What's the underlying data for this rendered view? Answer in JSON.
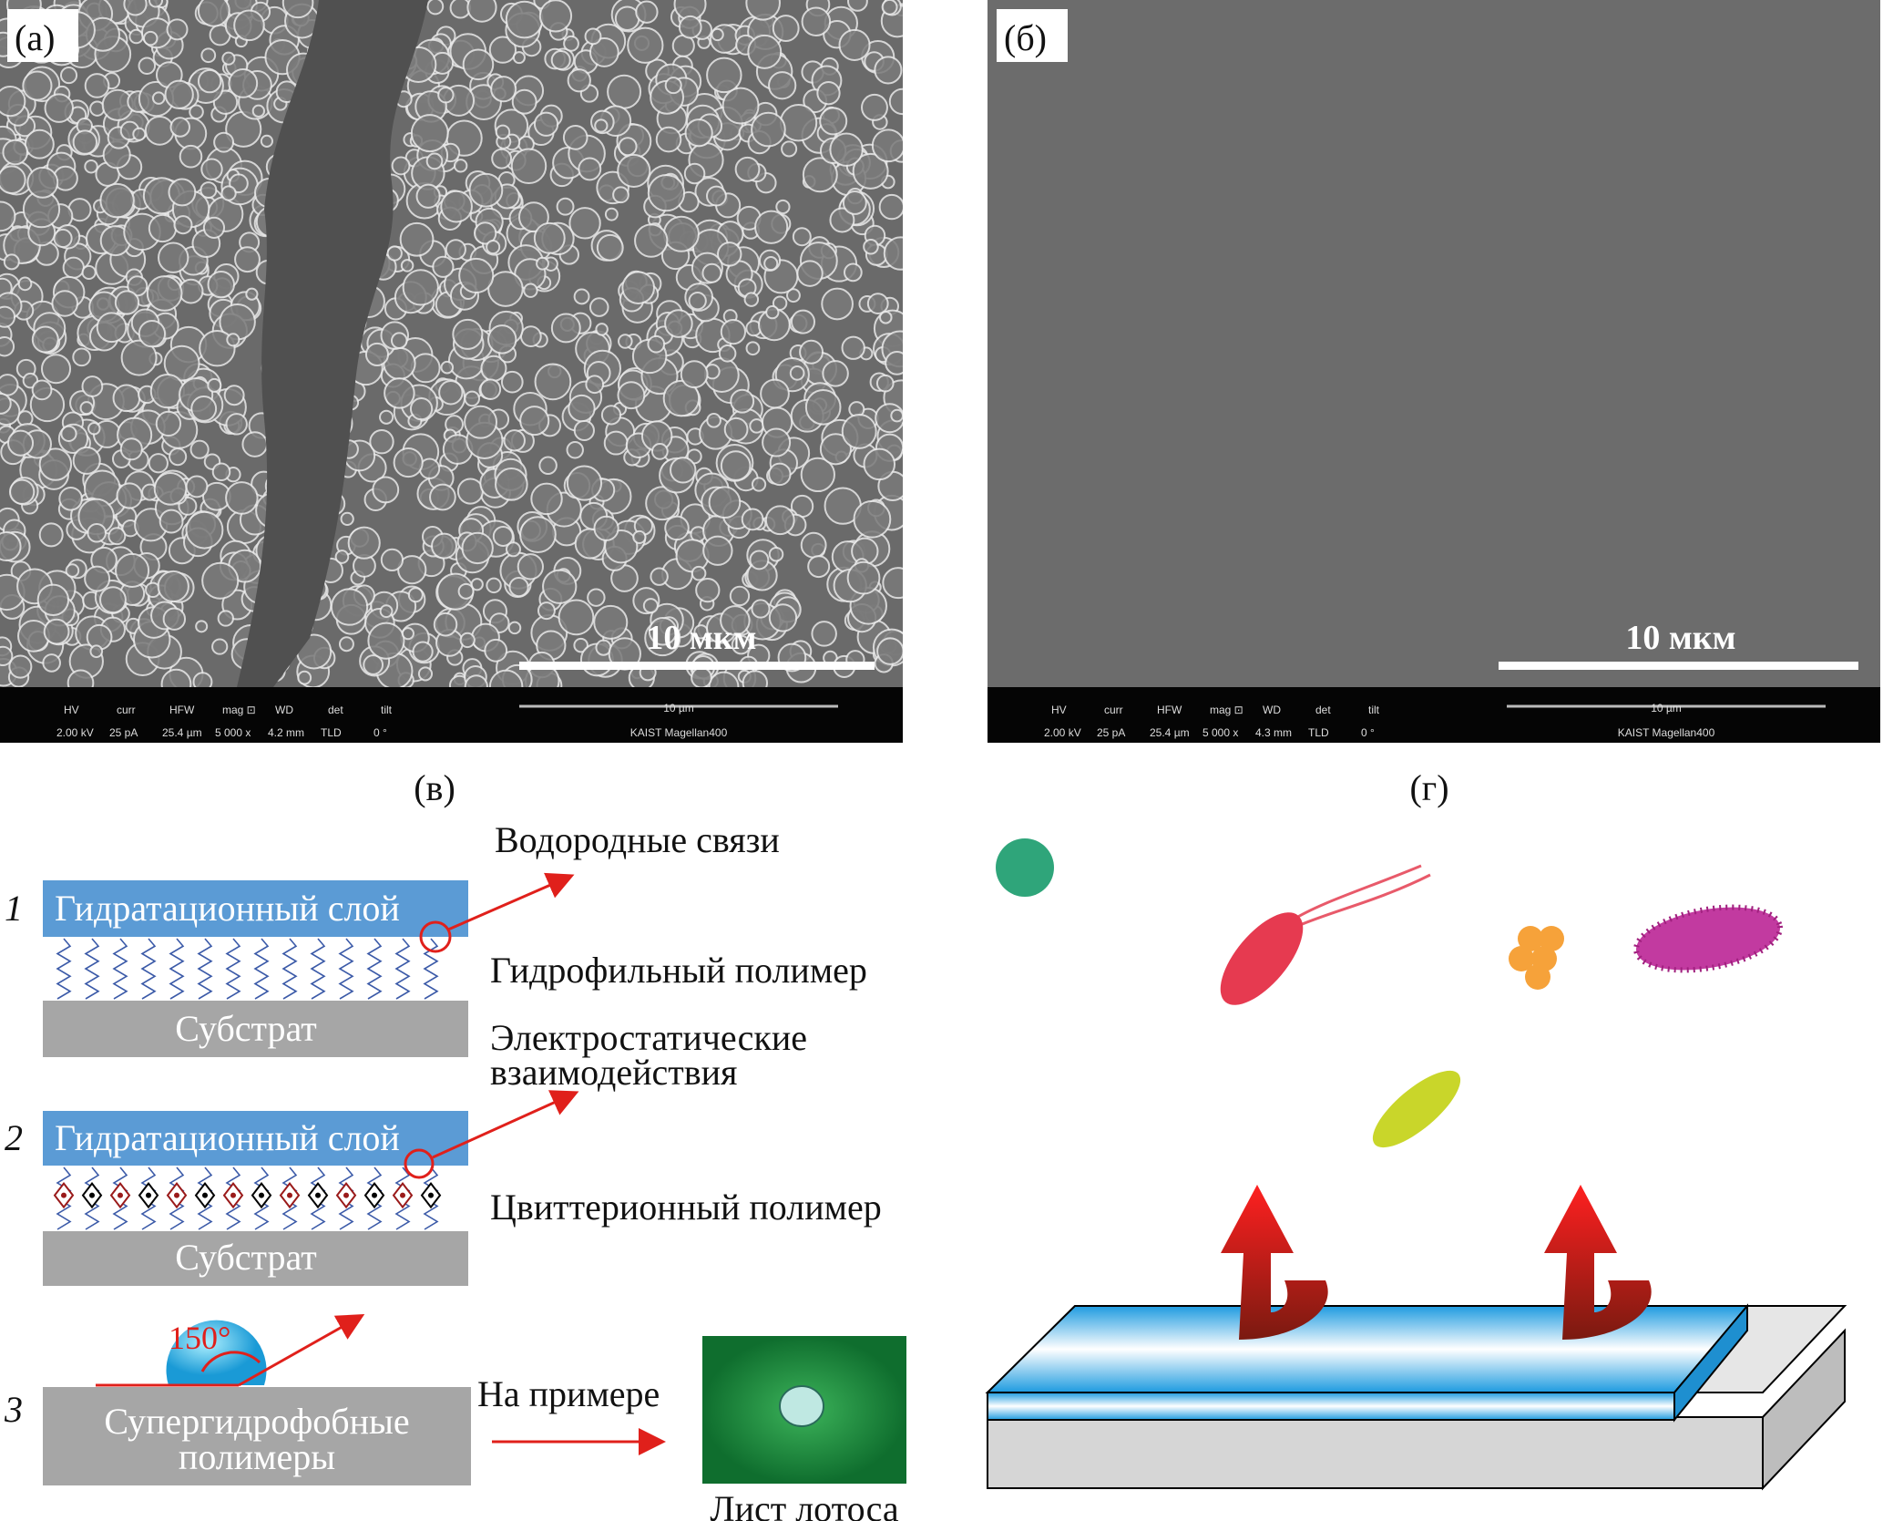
{
  "panels": {
    "a": {
      "label": "(а)",
      "scale_bar": "10 мкм"
    },
    "b": {
      "label": "(б)",
      "scale_bar": "10 мкм"
    },
    "c": {
      "label": "(в)"
    },
    "d": {
      "label": "(г)"
    }
  },
  "sem_info": {
    "headers": [
      "HV",
      "curr",
      "HFW",
      "mag ⊡",
      "WD",
      "det",
      "tilt"
    ],
    "values_a": [
      "2.00 kV",
      "25 pA",
      "25.4 µm",
      "5 000 x",
      "4.2 mm",
      "TLD",
      "0 °"
    ],
    "values_b": [
      "2.00 kV",
      "25 pA",
      "25.4 µm",
      "5 000 x",
      "4.3 mm",
      "TLD",
      "0 °"
    ],
    "bar_label": "10 µm",
    "instrument": "KAIST Magellan400"
  },
  "scheme": {
    "row1": {
      "number": "1",
      "layer": "Гидратационный слой",
      "substrate": "Субстрат",
      "interaction": "Водородные связи",
      "polymer": "Гидрофильный полимер"
    },
    "row2": {
      "number": "2",
      "layer": "Гидратационный слой",
      "substrate": "Субстрат",
      "interaction_line1": "Электростатические",
      "interaction_line2": "взаимодействия",
      "polymer": "Цвиттерионный полимер"
    },
    "row3": {
      "number": "3",
      "angle": "150°",
      "substrate_line1": "Супергидрофобные",
      "substrate_line2": "полимеры",
      "example": "На примере",
      "caption": "Лист лотоса"
    }
  },
  "colors": {
    "layer": "#5b9bd5",
    "substrate": "#a6a6a6",
    "arrow": "#e0201b",
    "polymer": "#3b5aa8"
  }
}
